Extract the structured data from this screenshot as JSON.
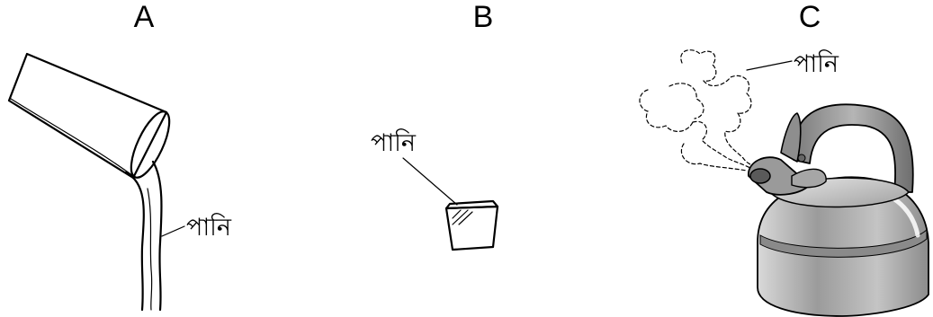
{
  "panels": [
    {
      "letter": "A",
      "label": "পানি",
      "depicts": "water-pouring-from-glass"
    },
    {
      "letter": "B",
      "label": "পানি",
      "depicts": "ice-cube"
    },
    {
      "letter": "C",
      "label": "পানি",
      "depicts": "steam-from-kettle"
    }
  ],
  "colors": {
    "ink": "#000000",
    "background": "#ffffff",
    "kettle_body": "#a8a8a8"
  }
}
